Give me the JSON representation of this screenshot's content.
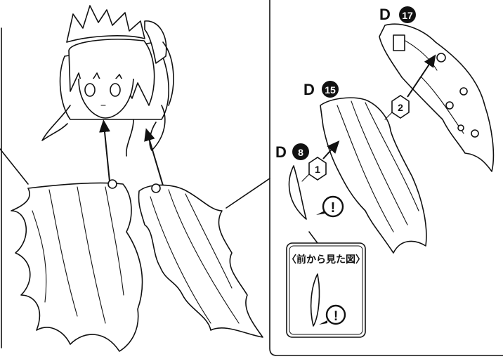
{
  "colors": {
    "line": "#111111",
    "paper": "#ffffff",
    "badge": "#111111"
  },
  "parts": {
    "d17": {
      "letter": "D",
      "number": "17"
    },
    "d15": {
      "letter": "D",
      "number": "15"
    },
    "d8": {
      "letter": "D",
      "number": "8"
    }
  },
  "steps": [
    "1",
    "2"
  ],
  "notes": {
    "caution_symbol": "!",
    "front_view_label": "〈前から見た図〉"
  }
}
